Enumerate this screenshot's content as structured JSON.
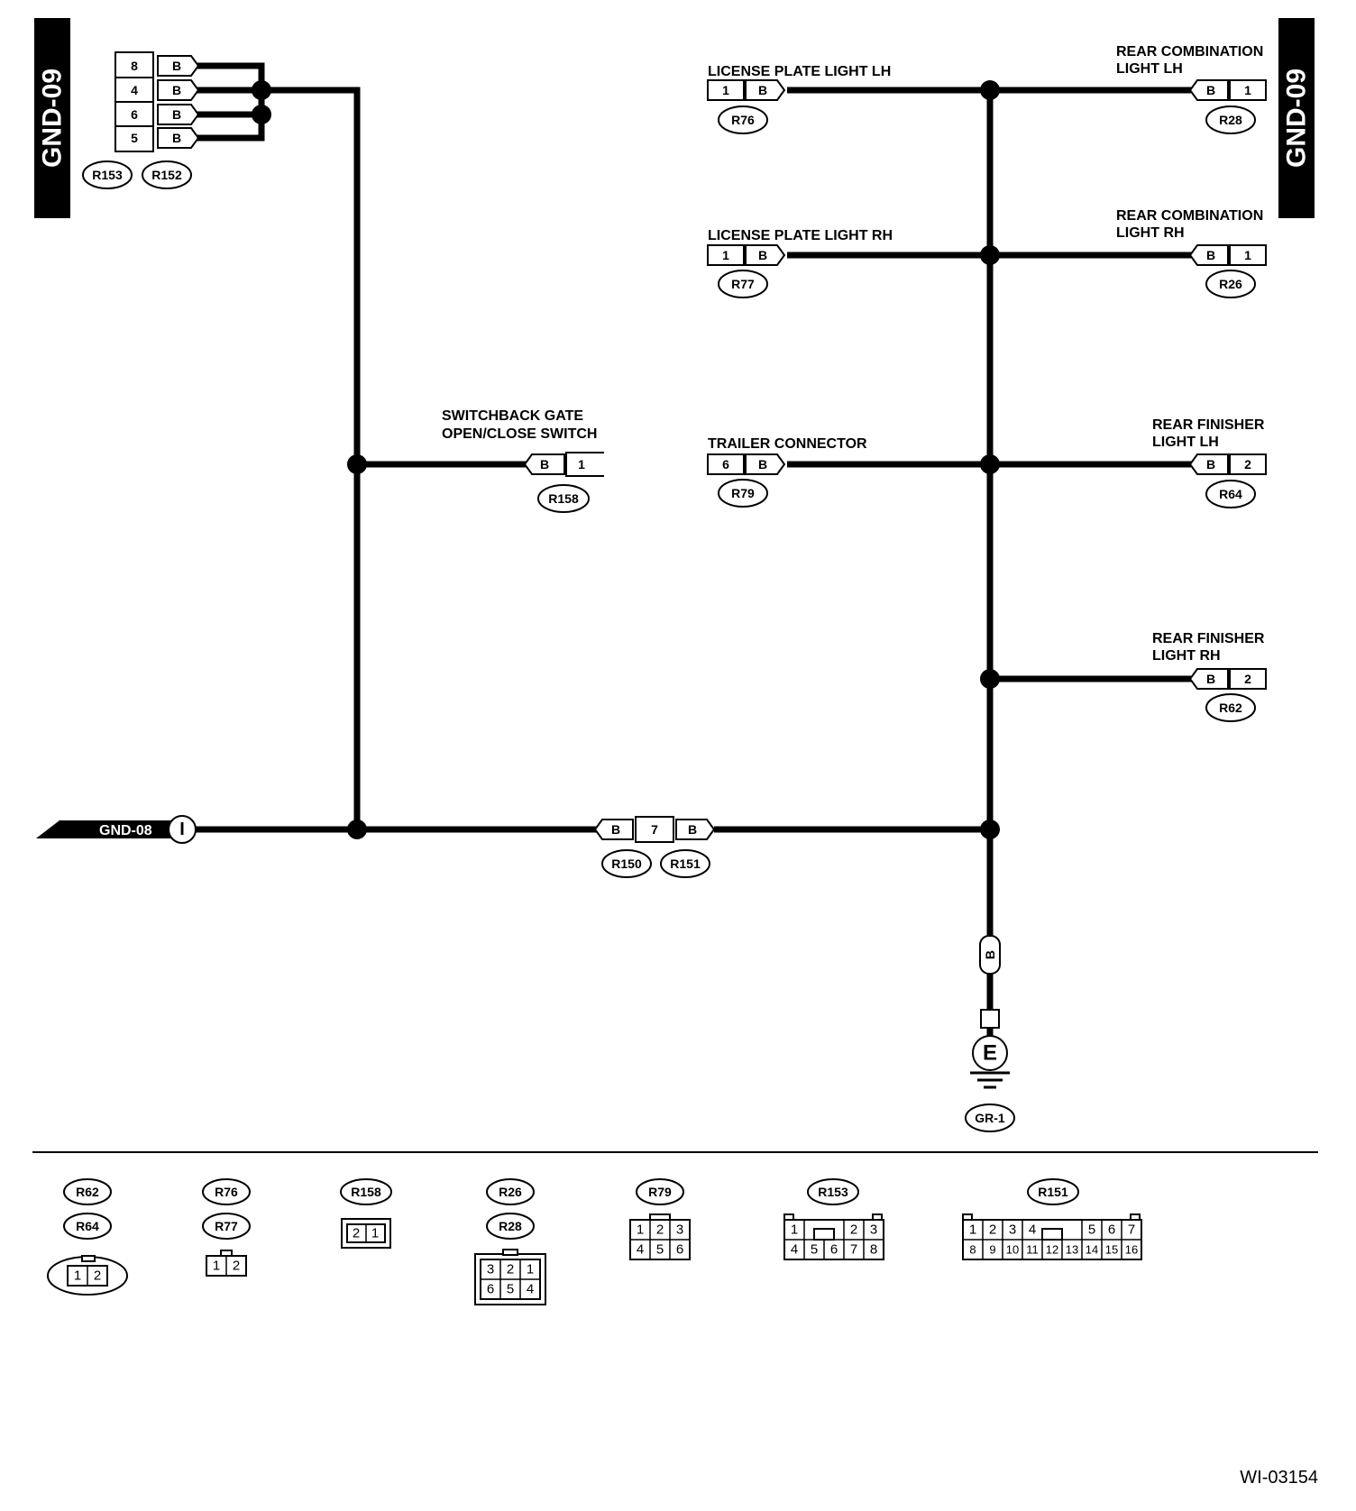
{
  "tags": {
    "gnd09_left": "GND-09",
    "gnd09_right": "GND-09",
    "gnd08": "GND-08",
    "gnd08_marker": "I"
  },
  "wire_color": "B",
  "top_left": {
    "pins": [
      "8",
      "4",
      "6",
      "5"
    ],
    "ids": [
      "R153",
      "R152"
    ]
  },
  "switchback": {
    "label1": "SWITCHBACK GATE",
    "label2": "OPEN/CLOSE SWITCH",
    "pin": "1",
    "id": "R158"
  },
  "license_lh": {
    "label": "LICENSE PLATE LIGHT LH",
    "pin": "1",
    "id": "R76"
  },
  "license_rh": {
    "label": "LICENSE PLATE LIGHT RH",
    "pin": "1",
    "id": "R77"
  },
  "trailer": {
    "label": "TRAILER CONNECTOR",
    "pin": "6",
    "id": "R79"
  },
  "rear_comb_lh": {
    "label1": "REAR COMBINATION",
    "label2": "LIGHT LH",
    "pin": "1",
    "id": "R28"
  },
  "rear_comb_rh": {
    "label1": "REAR COMBINATION",
    "label2": "LIGHT RH",
    "pin": "1",
    "id": "R26"
  },
  "finisher_lh": {
    "label1": "REAR FINISHER",
    "label2": "LIGHT LH",
    "pin": "2",
    "id": "R64"
  },
  "finisher_rh": {
    "label1": "REAR FINISHER",
    "label2": "LIGHT RH",
    "pin": "2",
    "id": "R62"
  },
  "joint": {
    "pin": "7",
    "ids": [
      "R150",
      "R151"
    ]
  },
  "ground": {
    "symbol": "E",
    "id": "GR-1"
  },
  "legend": {
    "r62_r64": {
      "ids": [
        "R62",
        "R64"
      ],
      "pins": [
        "1",
        "2"
      ]
    },
    "r76_r77": {
      "ids": [
        "R76",
        "R77"
      ],
      "pins": [
        "1",
        "2"
      ]
    },
    "r158": {
      "id": "R158",
      "pins": [
        "2",
        "1"
      ]
    },
    "r26_r28": {
      "ids": [
        "R26",
        "R28"
      ],
      "pins": [
        "3",
        "2",
        "1",
        "6",
        "5",
        "4"
      ]
    },
    "r79": {
      "id": "R79",
      "pins": [
        "1",
        "2",
        "3",
        "4",
        "5",
        "6"
      ]
    },
    "r153": {
      "id": "R153",
      "pins": [
        "1",
        "2",
        "3",
        "4",
        "5",
        "6",
        "7",
        "8"
      ]
    },
    "r151": {
      "id": "R151",
      "pins": [
        "1",
        "2",
        "3",
        "4",
        "5",
        "6",
        "7",
        "8",
        "9",
        "10",
        "11",
        "12",
        "13",
        "14",
        "15",
        "16"
      ]
    }
  },
  "reference": "WI-03154"
}
